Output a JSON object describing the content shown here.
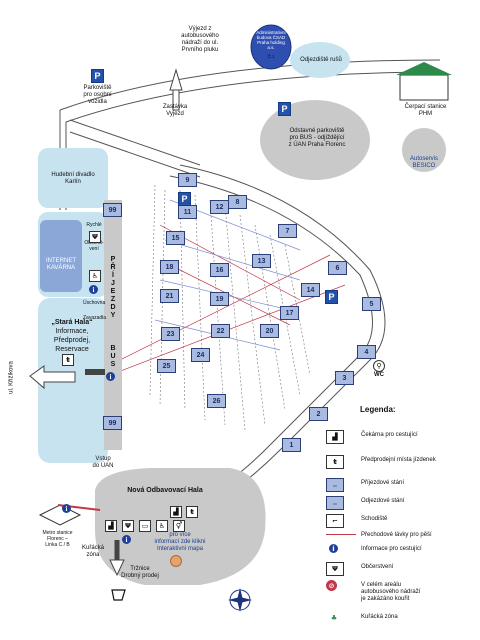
{
  "colors": {
    "hall": "#c7e3f0",
    "internet": "#8aa7d8",
    "grey": "#c9c9c9",
    "bay": "#a9bbe0",
    "road": "#555555",
    "red": "#c0394a",
    "pblue": "#2352a8"
  },
  "labels": {
    "exit_north": [
      "Výjezd  z",
      "autobusového",
      "nádraží do ul.",
      "Prvního pluku"
    ],
    "admin": [
      "Administrativní",
      "budova ČSAD",
      "Praha holding",
      "a.s."
    ],
    "admin_c": "Č.1",
    "dispatch": "Odjezdiště rušů",
    "car_park_private": [
      "Parkoviště",
      "pro osobní",
      "vozidla"
    ],
    "stop": [
      "Zastávka",
      "Vyjezd"
    ],
    "fuel": [
      "Čerpací stanice",
      "PHM"
    ],
    "bus_park": [
      "Odstavné parkoviště",
      "pro BUS - odjíždějící",
      "z ÚAN Praha Florenc"
    ],
    "service": [
      "Autoservis",
      "BESICO"
    ],
    "theatre": [
      "Hudební divadlo",
      "Karlín"
    ],
    "cafe": [
      "INTERNET",
      "KAVÁRNA"
    ],
    "stara_title": "„Stará Hala“",
    "stara_lines": [
      "Informace,",
      "Předprodej,",
      "Reservace"
    ],
    "krizikova": "ul. Křižíkova",
    "rychle_obcerstveni": [
      "Rychlé",
      "Občerst-",
      "vení"
    ],
    "uschovna": "Úschovna",
    "zavazadla": "Zavazadla",
    "prijezd": [
      "P",
      "Ř",
      "Í",
      "J",
      "E",
      "Z",
      "D",
      "Y"
    ],
    "bus_vertical": [
      "B",
      "U",
      "S"
    ],
    "wc": "WC",
    "vstup": [
      "Vstup",
      "do ÚAN"
    ],
    "nova_title": "Nová Odbavovací Hala",
    "nova_info": [
      "pro více",
      "informací zde klikni",
      "Interaktivní mapa"
    ],
    "metro": [
      "Metro stanice",
      "Florenc –",
      "Linka C / B"
    ],
    "smoking_zone": [
      "Kuřácká",
      "zóna"
    ],
    "trznice": [
      "Tržnice",
      "Drobný prodej"
    ],
    "bays": [
      "9",
      "8",
      "11",
      "12",
      "7",
      "13",
      "15",
      "16",
      "18",
      "19",
      "6",
      "14",
      "21",
      "17",
      "22",
      "20",
      "23",
      "5",
      "24",
      "25",
      "26",
      "4",
      "3",
      "2",
      "1",
      "99",
      "99"
    ],
    "legend_title": "Legenda:"
  },
  "legend": [
    {
      "icon": "seat",
      "text": [
        "Čekárna pro cestující"
      ]
    },
    {
      "icon": "ticket",
      "text": [
        "Předprodejní místa jízdenek"
      ]
    },
    {
      "icon": "arr",
      "text": [
        "Příjezdové stání"
      ]
    },
    {
      "icon": "dep",
      "text": [
        "Odjezdové stání"
      ]
    },
    {
      "icon": "stairs",
      "text": [
        "Schodiště"
      ]
    },
    {
      "icon": "line",
      "text": [
        "Přechodové lávky pro pěší"
      ]
    },
    {
      "icon": "info",
      "text": [
        "Informace pro cestující"
      ]
    },
    {
      "icon": "food",
      "text": [
        "Občerstvení"
      ]
    },
    {
      "icon": "nosmoke",
      "text": [
        "V celém areálu",
        "autobusového nádraží",
        "je zakázáno kouřit"
      ]
    },
    {
      "icon": "smoke",
      "text": [
        "Kuřácká zóna"
      ]
    }
  ]
}
